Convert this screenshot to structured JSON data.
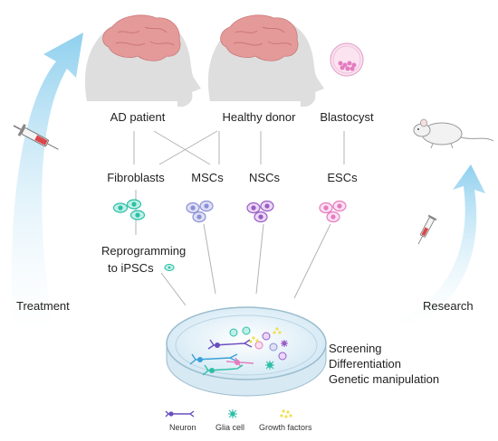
{
  "sources": {
    "ad_patient": "AD patient",
    "healthy_donor": "Healthy donor",
    "blastocyst": "Blastocyst"
  },
  "cells": {
    "fibroblasts": "Fibroblasts",
    "mscs": "MSCs",
    "nscs": "NSCs",
    "escs": "ESCs"
  },
  "reprogramming": {
    "line1": "Reprogramming",
    "line2": "to iPSCs"
  },
  "arrows": {
    "treatment": "Treatment",
    "research": "Research"
  },
  "dish_steps": [
    "Screening",
    "Differentiation",
    "Genetic manipulation"
  ],
  "legend": {
    "neuron": "Neuron",
    "glia": "Glia cell",
    "growth": "Growth factors"
  },
  "colors": {
    "fibroblast": "#2dbfa7",
    "msc": "#8c8fd6",
    "nsc": "#9a5cc6",
    "esc": "#e47bc0",
    "brain": "#e79a9a",
    "head": "#d8d8d8",
    "arrow": "#9fd6ef",
    "growth": "#f0e050",
    "neuron": "#6a4fbd"
  }
}
